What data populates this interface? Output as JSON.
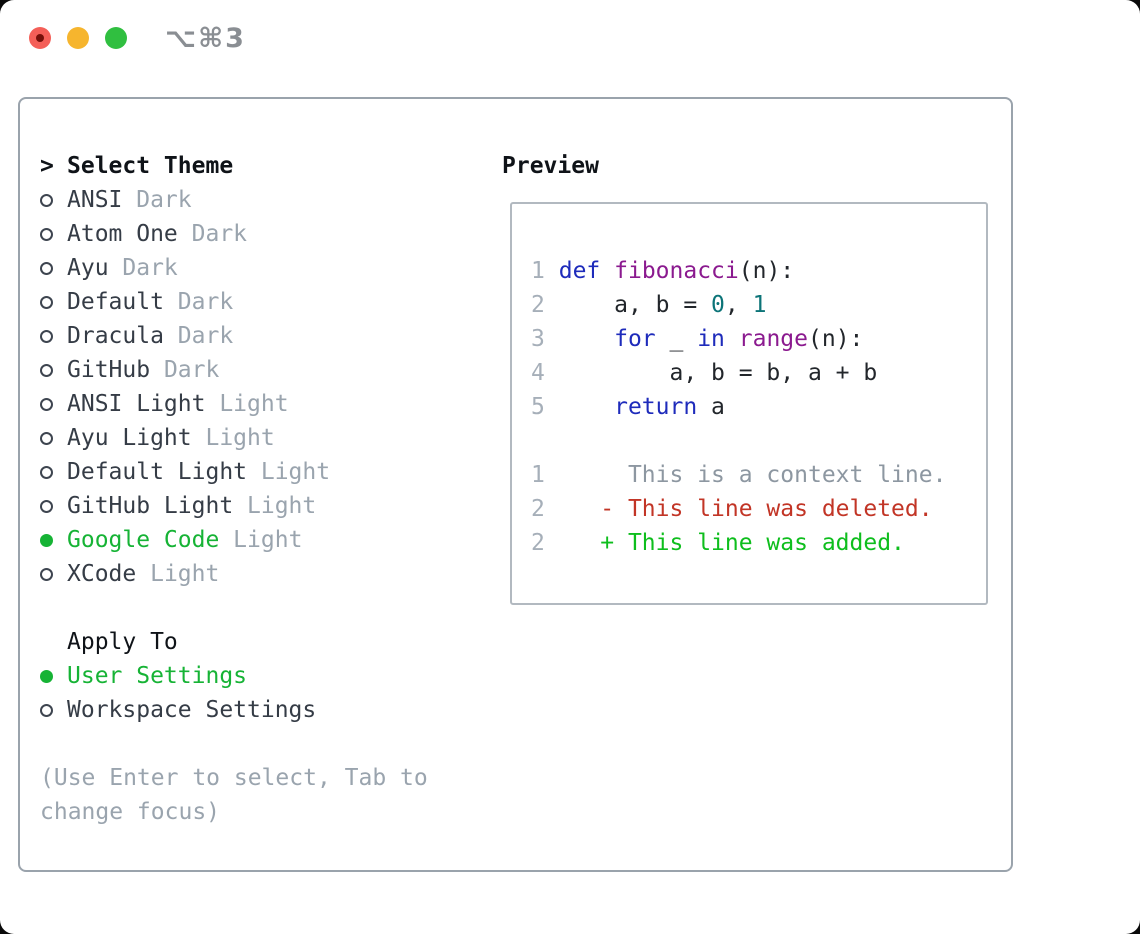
{
  "window": {
    "title": "⌥⌘3",
    "traffic_lights": [
      {
        "name": "close",
        "color": "#f45f58"
      },
      {
        "name": "minimize",
        "color": "#f6b52e"
      },
      {
        "name": "maximize",
        "color": "#30bf40"
      }
    ]
  },
  "colors": {
    "accent_green": "#16b335",
    "keyword_blue": "#1e2bbb",
    "function_purple": "#8b1a8f",
    "number_teal": "#0c7478",
    "deleted_red": "#c23526",
    "added_green": "#0ebe1d",
    "muted_gray": "#9aa4ae"
  },
  "theme_panel": {
    "heading_prefix": ">",
    "heading": "Select Theme",
    "themes": [
      {
        "name": "ANSI",
        "tag": "Dark",
        "selected": false
      },
      {
        "name": "Atom One",
        "tag": "Dark",
        "selected": false
      },
      {
        "name": "Ayu",
        "tag": "Dark",
        "selected": false
      },
      {
        "name": "Default",
        "tag": "Dark",
        "selected": false
      },
      {
        "name": "Dracula",
        "tag": "Dark",
        "selected": false
      },
      {
        "name": "GitHub",
        "tag": "Dark",
        "selected": false
      },
      {
        "name": "ANSI Light",
        "tag": "Light",
        "selected": false
      },
      {
        "name": "Ayu Light",
        "tag": "Light",
        "selected": false
      },
      {
        "name": "Default Light",
        "tag": "Light",
        "selected": false
      },
      {
        "name": "GitHub Light",
        "tag": "Light",
        "selected": false
      },
      {
        "name": "Google Code",
        "tag": "Light",
        "selected": true
      },
      {
        "name": "XCode",
        "tag": "Light",
        "selected": false
      }
    ],
    "apply_to": {
      "heading": "Apply To",
      "options": [
        {
          "name": "User Settings",
          "selected": true
        },
        {
          "name": "Workspace Settings",
          "selected": false
        }
      ]
    },
    "help_text": "(Use Enter to select, Tab to change focus)"
  },
  "preview": {
    "heading": "Preview",
    "code_lines": [
      {
        "num": "1",
        "kind": "code",
        "tokens": [
          {
            "text": "def",
            "c": "keyword"
          },
          {
            "text": " ",
            "c": "plain"
          },
          {
            "text": "fibonacci",
            "c": "function"
          },
          {
            "text": "(n):",
            "c": "plain"
          }
        ]
      },
      {
        "num": "2",
        "kind": "code",
        "tokens": [
          {
            "text": "    a, b = ",
            "c": "plain"
          },
          {
            "text": "0",
            "c": "number"
          },
          {
            "text": ", ",
            "c": "plain"
          },
          {
            "text": "1",
            "c": "number"
          }
        ]
      },
      {
        "num": "3",
        "kind": "code",
        "tokens": [
          {
            "text": "    ",
            "c": "plain"
          },
          {
            "text": "for",
            "c": "keyword"
          },
          {
            "text": " _ ",
            "c": "plain"
          },
          {
            "text": "in",
            "c": "keyword"
          },
          {
            "text": " ",
            "c": "plain"
          },
          {
            "text": "range",
            "c": "function"
          },
          {
            "text": "(n):",
            "c": "plain"
          }
        ]
      },
      {
        "num": "4",
        "kind": "code",
        "tokens": [
          {
            "text": "        a, b = b, a + b",
            "c": "plain"
          }
        ]
      },
      {
        "num": "5",
        "kind": "code",
        "tokens": [
          {
            "text": "    ",
            "c": "plain"
          },
          {
            "text": "return",
            "c": "keyword"
          },
          {
            "text": " a",
            "c": "plain"
          }
        ]
      },
      {
        "num": "",
        "kind": "blank",
        "tokens": []
      },
      {
        "num": "1",
        "kind": "context",
        "tokens": [
          {
            "text": "     This is a context line.",
            "c": "context"
          }
        ]
      },
      {
        "num": "2",
        "kind": "deleted",
        "tokens": [
          {
            "text": "   - This line was deleted.",
            "c": "deleted"
          }
        ]
      },
      {
        "num": "2",
        "kind": "added",
        "tokens": [
          {
            "text": "   + This line was added.",
            "c": "added"
          }
        ]
      }
    ]
  }
}
